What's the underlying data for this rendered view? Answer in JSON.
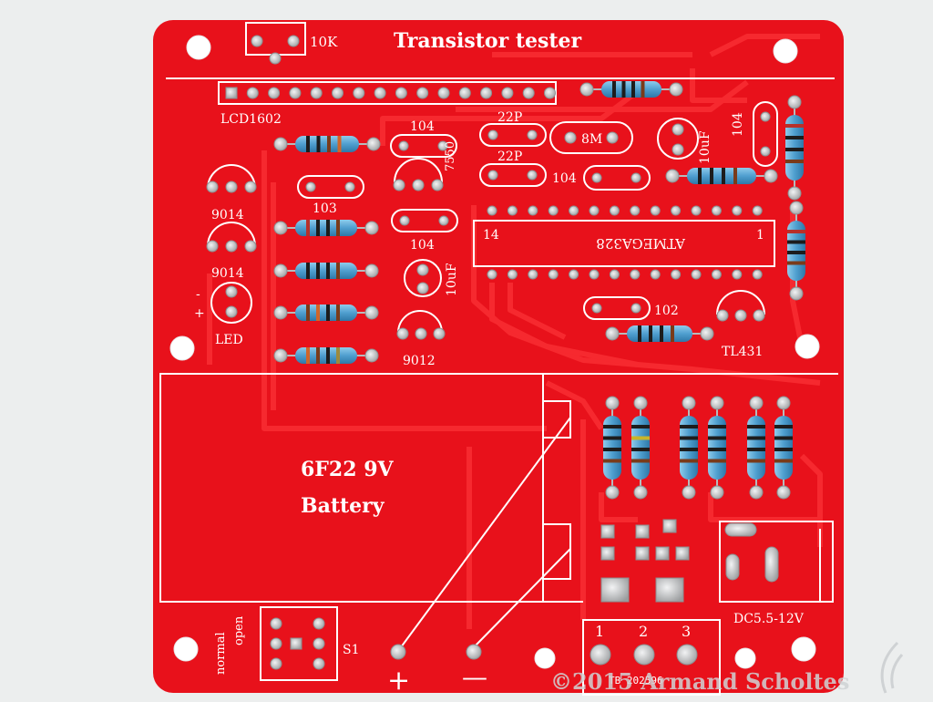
{
  "board": {
    "title": "Transistor tester",
    "pot_label": "10K",
    "lcd_label": "LCD1602",
    "mcu_label": "ATMEGA328",
    "mcu_pin14": "14",
    "mcu_pin1": "1",
    "crystal_label": "8M",
    "cap_104_a": "104",
    "cap_22p_a": "22P",
    "cap_22p_b": "22P",
    "cap_104_b": "104",
    "cap_104_c": "104",
    "cap_103": "103",
    "cap_104_d": "104",
    "cap_102": "102",
    "elcap_10uf_a": "10uF",
    "elcap_10uf_b": "10uF",
    "reg_7550": "7550",
    "q_9014_a": "9014",
    "q_9014_b": "9014",
    "q_9012": "9012",
    "tl431": "TL431",
    "led_label": "LED",
    "led_minus": "-",
    "led_plus": "+",
    "battery_line1": "6F22 9V",
    "battery_line2": "Battery",
    "dc_label": "DC5.5-12V",
    "switch_label": "S1",
    "switch_normal": "normal",
    "switch_open": "open",
    "test_1": "1",
    "test_2": "2",
    "test_3": "3",
    "plus_sign": "+",
    "minus_sign": "—",
    "date_code": "TB 202596"
  },
  "watermark": "©2015 Armand Scholtes",
  "colors": {
    "pcb": "#e8111b",
    "trace": "#f4242c",
    "silk": "#ffffff",
    "pad": "#c9cbcd",
    "resistor_body": "#5aa7d3",
    "background": "#eceeee"
  }
}
